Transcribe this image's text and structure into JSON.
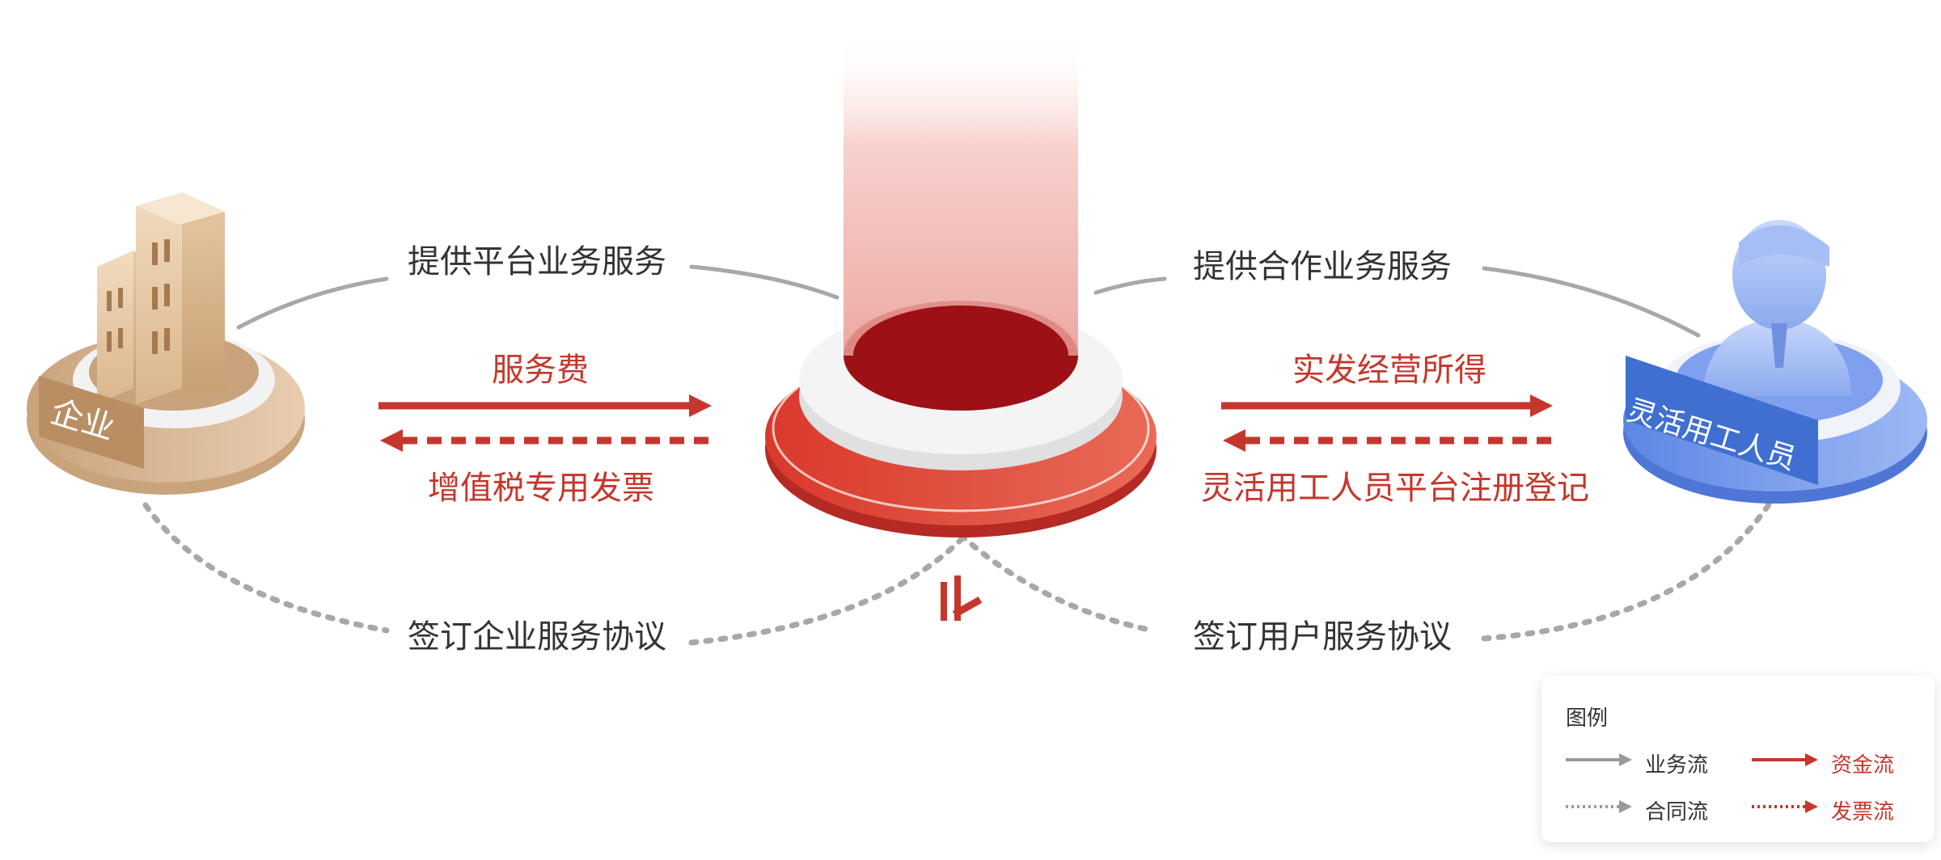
{
  "nodes": {
    "enterprise": "企业",
    "worker": "灵活用工人员"
  },
  "flows": {
    "left_top": "提供平台业务服务",
    "right_top": "提供合作业务服务",
    "left_fund": "服务费",
    "left_invoice": "增值税专用发票",
    "right_fund": "实发经营所得",
    "right_invoice": "灵活用工人员平台注册登记",
    "left_contract": "签订企业服务协议",
    "right_contract": "签订用户服务协议"
  },
  "legend": {
    "title": "图例",
    "items": [
      {
        "label": "业务流",
        "style": "gray-solid"
      },
      {
        "label": "资金流",
        "style": "red-solid"
      },
      {
        "label": "合同流",
        "style": "gray-dotted"
      },
      {
        "label": "发票流",
        "style": "red-dotted"
      }
    ]
  },
  "colors": {
    "red": "#c5372c",
    "dark_red": "#9c1016",
    "gray": "#a8a8a8",
    "gold": "#d5b08a",
    "blue": "#6f96ea"
  }
}
